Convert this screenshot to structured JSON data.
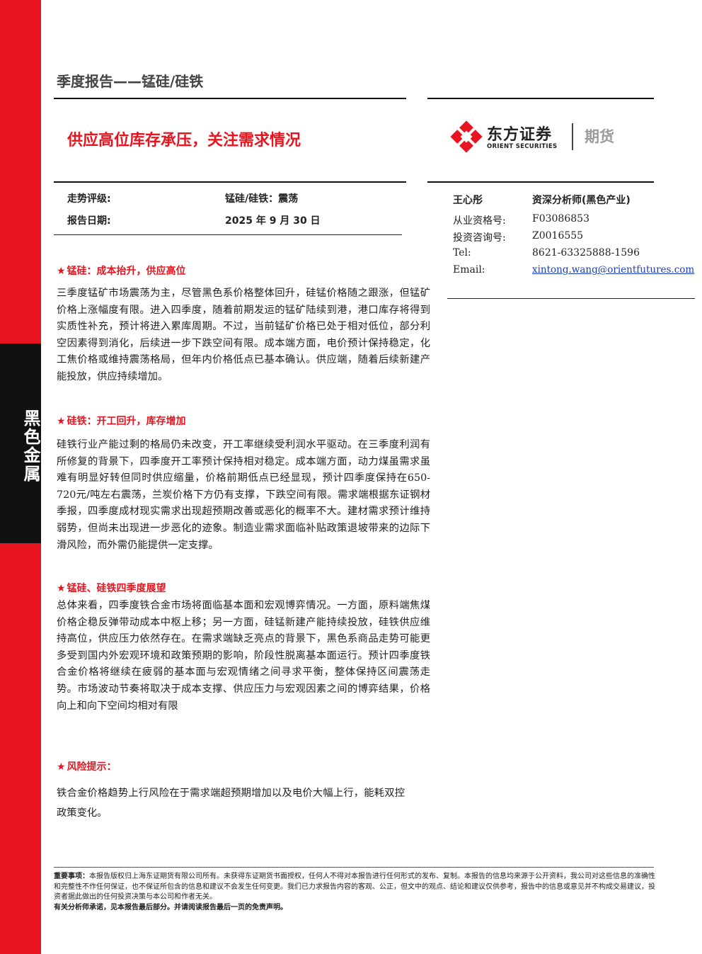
{
  "sidebar": {
    "label": "黑色金属"
  },
  "header": {
    "series_title": "季度报告——锰硅/硅铁",
    "headline": "供应高位库存承压，关注需求情况"
  },
  "logo": {
    "brand_cn": "东方证券",
    "brand_en": "ORIENT SECURITIES",
    "product": "期货"
  },
  "meta": {
    "rating_label": "走势评级:",
    "rating_value": "锰硅/硅铁：震荡",
    "date_label": "报告日期:",
    "date_value": "2025 年 9 月 30 日"
  },
  "analyst": {
    "name": "王心彤",
    "title": "资深分析师(黑色产业)",
    "rows": [
      {
        "label": "从业资格号:",
        "value": "F03086853"
      },
      {
        "label": "投资咨询号:",
        "value": "Z0016555"
      },
      {
        "label": "Tel:",
        "value": "8621-63325888-1596"
      },
      {
        "label": "Email:",
        "value": "xintong.wang@orientfutures.com"
      }
    ]
  },
  "sections": [
    {
      "star": "★",
      "heading": "锰硅：成本抬升，供应高位",
      "body": "三季度锰矿市场震荡为主，尽管黑色系价格整体回升，硅锰价格随之跟涨，但锰矿价格上涨幅度有限。进入四季度，随着前期发运的锰矿陆续到港，港口库存将得到实质性补充，预计将进入累库周期。不过，当前锰矿价格已处于相对低位，部分利空因素得到消化，后续进一步下跌空间有限。成本端方面，电价预计保持稳定，化工焦价格或维持震荡格局，但年内价格低点已基本确认。供应端，随着后续新建产能投放，供应持续增加。"
    },
    {
      "star": "★",
      "heading": "硅铁：开工回升，库存增加",
      "body": "硅铁行业产能过剩的格局仍未改变，开工率继续受利润水平驱动。在三季度利润有所修复的背景下，四季度开工率预计保持相对稳定。成本端方面，动力煤虽需求虽难有明显好转但同时供应缩量，价格前期低点已经显现，预计四季度保持在650-720元/吨左右震荡，兰炭价格下方仍有支撑，下跌空间有限。需求端根据东证钢材季报，四季度成材现实需求出现超预期改善或恶化的概率不大。建材需求预计维持弱势，但尚未出现进一步恶化的迹象。制造业需求面临补贴政策退坡带来的边际下滑风险，而外需仍能提供一定支撑。"
    },
    {
      "star": "★",
      "heading": "锰硅、硅铁四季度展望",
      "body": "总体来看，四季度铁合金市场将面临基本面和宏观博弈情况。一方面，原料端焦煤价格企稳反弹带动成本中枢上移；另一方面，硅锰新建产能持续投放，硅铁供应维持高位，供应压力依然存在。在需求端缺乏亮点的背景下，黑色系商品走势可能更多受到国内外宏观环境和政策预期的影响，阶段性脱离基本面运行。预计四季度铁合金价格将继续在疲弱的基本面与宏观情绪之间寻求平衡，整体保持区间震荡走势。市场波动节奏将取决于成本支撑、供应压力与宏观因素之间的博弈结果，价格向上和向下空间均相对有限"
    },
    {
      "star": "★",
      "heading": "风险提示：",
      "body": "铁合金价格趋势上行风险在于需求端超预期增加以及电价大幅上行，能耗双控政策变化。"
    }
  ],
  "notice": {
    "label": "重要事项：",
    "text": "本报告版权归上海东证期货有限公司所有。未获得东证期货书面授权，任何人不得对本报告进行任何形式的发布、复制。本报告的信息均来源于公开资料，我公司对这些信息的准确性和完整性不作任何保证，也不保证所包含的信息和建议不会发生任何变更。我们已力求报告内容的客观、公正，但文中的观点、结论和建议仅供参考，报告中的信息或意见并不构成交易建议，投资者据此做出的任何投资决策与本公司和作者无关。",
    "footer": "有关分析师承诺，见本报告最后部分。并请阅读报告最后一页的免责声明。"
  },
  "colors": {
    "accent_red": "#e8141f",
    "sidebar_black": "#111111",
    "link_blue": "#1f3fb0"
  }
}
